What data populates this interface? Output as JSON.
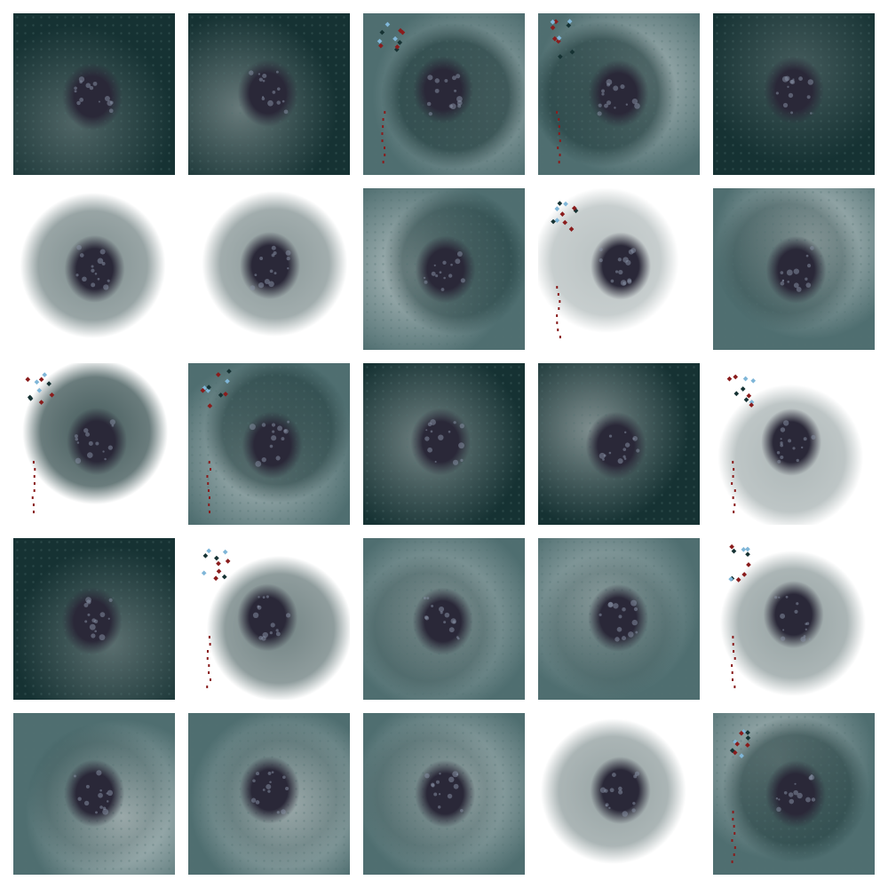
{
  "grid": {
    "rows": 5,
    "cols": 5,
    "background": "#ffffff",
    "palette": {
      "dark": "#163233",
      "mid": "#4f6e70",
      "light": "#ffffff",
      "blob": "#2a2838",
      "blob_hi": "#8a93a8",
      "accent_red": "#8a1c1c",
      "accent_blue": "#7fb6d8"
    },
    "tiles": [
      {
        "bg": "dark",
        "glow": 0.25,
        "dark_patch": 0.0,
        "speckle": false
      },
      {
        "bg": "dark",
        "glow": 0.35,
        "dark_patch": 0.0,
        "speckle": false
      },
      {
        "bg": "mixed",
        "glow": 0.55,
        "dark_patch": 0.8,
        "speckle": true
      },
      {
        "bg": "mixed",
        "glow": 0.6,
        "dark_patch": 0.75,
        "speckle": true
      },
      {
        "bg": "dark",
        "glow": 0.2,
        "dark_patch": 0.0,
        "speckle": false
      },
      {
        "bg": "light",
        "glow": 0.8,
        "dark_patch": 0.55,
        "speckle": false
      },
      {
        "bg": "light",
        "glow": 0.85,
        "dark_patch": 0.5,
        "speckle": false
      },
      {
        "bg": "mixed",
        "glow": 0.6,
        "dark_patch": 0.6,
        "speckle": false
      },
      {
        "bg": "light",
        "glow": 1.0,
        "dark_patch": 0.3,
        "speckle": true
      },
      {
        "bg": "mixed",
        "glow": 0.7,
        "dark_patch": 0.45,
        "speckle": false
      },
      {
        "bg": "light",
        "glow": 0.75,
        "dark_patch": 0.8,
        "speckle": true
      },
      {
        "bg": "mixed",
        "glow": 0.6,
        "dark_patch": 0.7,
        "speckle": true
      },
      {
        "bg": "dark",
        "glow": 0.4,
        "dark_patch": 0.0,
        "speckle": false
      },
      {
        "bg": "dark",
        "glow": 0.45,
        "dark_patch": 0.0,
        "speckle": false
      },
      {
        "bg": "light",
        "glow": 1.0,
        "dark_patch": 0.35,
        "speckle": true
      },
      {
        "bg": "dark",
        "glow": 0.3,
        "dark_patch": 0.0,
        "speckle": false
      },
      {
        "bg": "light",
        "glow": 1.0,
        "dark_patch": 0.6,
        "speckle": true
      },
      {
        "bg": "mixed",
        "glow": 0.6,
        "dark_patch": 0.4,
        "speckle": false
      },
      {
        "bg": "mixed",
        "glow": 0.55,
        "dark_patch": 0.3,
        "speckle": false
      },
      {
        "bg": "light",
        "glow": 0.95,
        "dark_patch": 0.45,
        "speckle": true
      },
      {
        "bg": "mixed",
        "glow": 0.7,
        "dark_patch": 0.3,
        "speckle": false
      },
      {
        "bg": "mixed",
        "glow": 0.75,
        "dark_patch": 0.3,
        "speckle": false
      },
      {
        "bg": "mixed",
        "glow": 0.65,
        "dark_patch": 0.3,
        "speckle": false
      },
      {
        "bg": "light",
        "glow": 0.8,
        "dark_patch": 0.45,
        "speckle": false
      },
      {
        "bg": "mixed",
        "glow": 0.6,
        "dark_patch": 0.7,
        "speckle": true
      }
    ]
  }
}
